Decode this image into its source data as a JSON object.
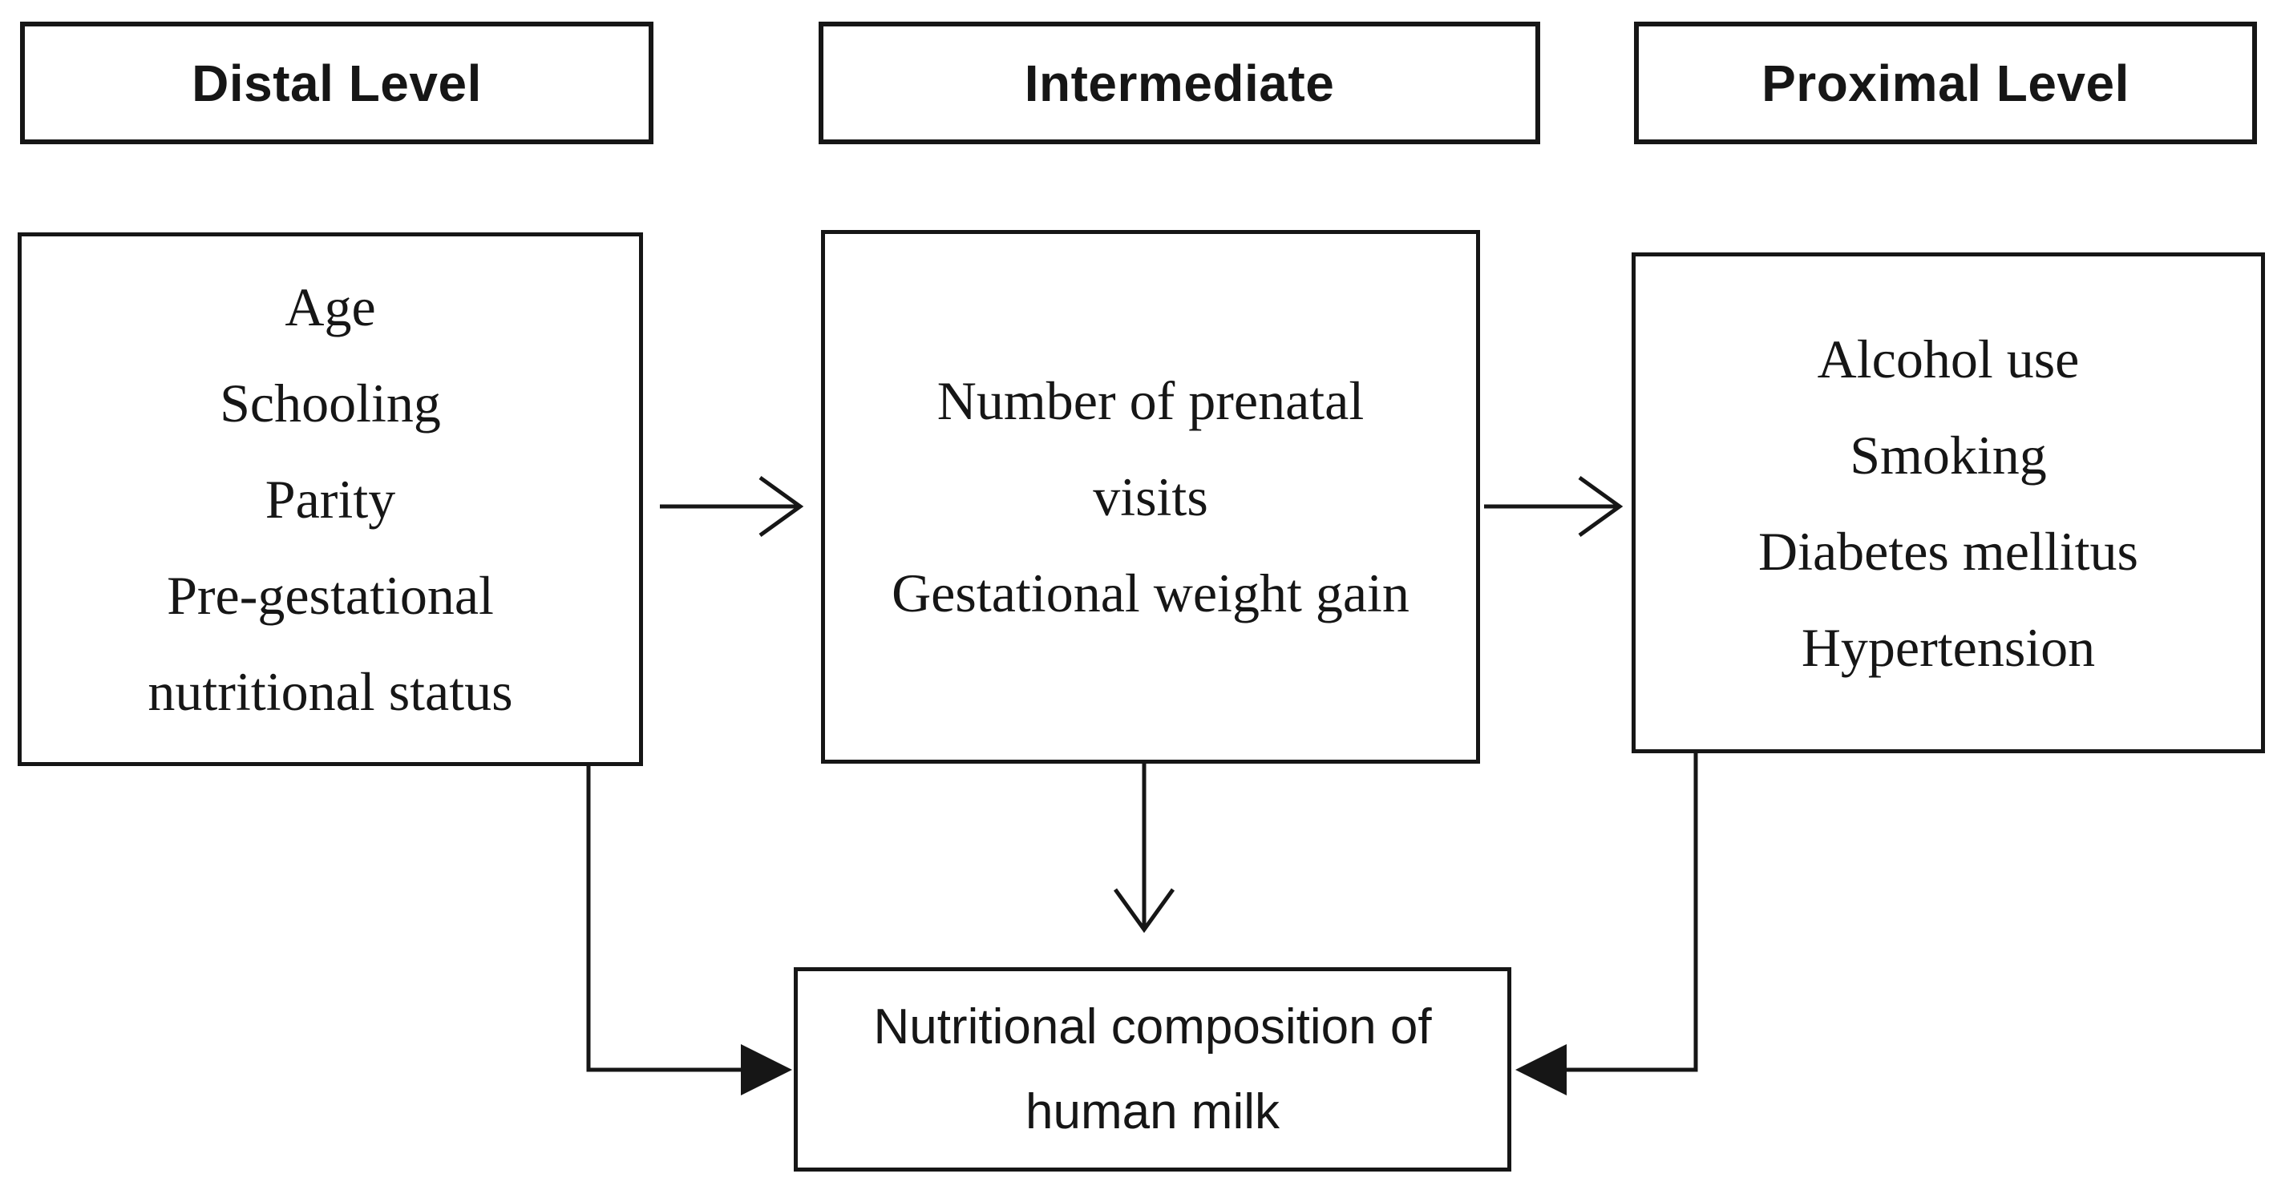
{
  "diagram": {
    "title_implicit": "Determinants of the nutritional composition of human milk",
    "background_color": "#ffffff",
    "line_color": "#161616",
    "headers": {
      "distal": "Distal Level",
      "intermediate": "Intermediate",
      "proximal": "Proximal Level"
    },
    "boxes": {
      "distal": {
        "lines": [
          "Age",
          "Schooling",
          "Parity",
          "Pre-gestational",
          "nutritional status"
        ]
      },
      "intermediate": {
        "lines": [
          "Number of prenatal",
          "visits",
          "Gestational weight gain"
        ]
      },
      "proximal": {
        "lines": [
          "Alcohol use",
          "Smoking",
          "Diabetes mellitus",
          "Hypertension"
        ]
      },
      "outcome": {
        "lines": [
          "Nutritional composition of",
          "human milk"
        ]
      }
    },
    "arrows": [
      {
        "name": "distal-to-intermediate",
        "from": "distal-box",
        "to": "intermediate-box",
        "head": "open-v"
      },
      {
        "name": "intermediate-to-proximal",
        "from": "intermediate-box",
        "to": "proximal-box",
        "head": "open-v"
      },
      {
        "name": "intermediate-to-outcome",
        "from": "intermediate-box",
        "to": "outcome-box",
        "head": "open-v"
      },
      {
        "name": "distal-to-outcome",
        "from": "distal-box",
        "to": "outcome-box",
        "head": "filled-triangle"
      },
      {
        "name": "proximal-to-outcome",
        "from": "proximal-box",
        "to": "outcome-box",
        "head": "filled-triangle"
      }
    ]
  }
}
